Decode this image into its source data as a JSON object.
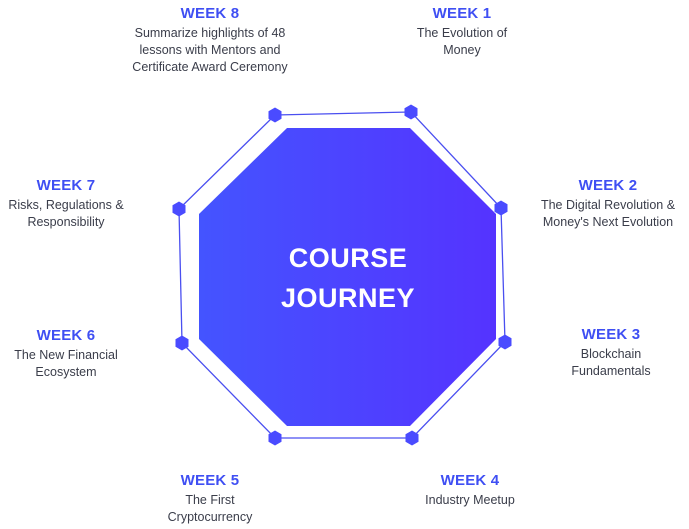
{
  "center": {
    "line1": "COURSE",
    "line2": "JOURNEY"
  },
  "colors": {
    "accent": "#3f4ff3",
    "node": "#4a4bff",
    "line": "#4a4ff0",
    "gradient_start": "#4454ff",
    "gradient_end": "#5533ff",
    "text": "#3a3d4a",
    "center_text": "#ffffff"
  },
  "weeks": [
    {
      "title": "WEEK 1",
      "lines": [
        "The Evolution of",
        "Money"
      ]
    },
    {
      "title": "WEEK 2",
      "lines": [
        "The Digital Revolution &",
        "Money's Next Evolution"
      ]
    },
    {
      "title": "WEEK 3",
      "lines": [
        "Blockchain",
        "Fundamentals"
      ]
    },
    {
      "title": "WEEK 4",
      "lines": [
        "Industry Meetup"
      ]
    },
    {
      "title": "WEEK 5",
      "lines": [
        "The First",
        "Cryptocurrency"
      ]
    },
    {
      "title": "WEEK 6",
      "lines": [
        "The New Financial",
        "Ecosystem"
      ]
    },
    {
      "title": "WEEK 7",
      "lines": [
        "Risks, Regulations &",
        "Responsibility"
      ]
    },
    {
      "title": "WEEK 8",
      "lines": [
        "Summarize highlights of 48",
        "lessons with Mentors and",
        "Certificate Award Ceremony"
      ]
    }
  ],
  "node_icon": "hexagon-node-icon"
}
